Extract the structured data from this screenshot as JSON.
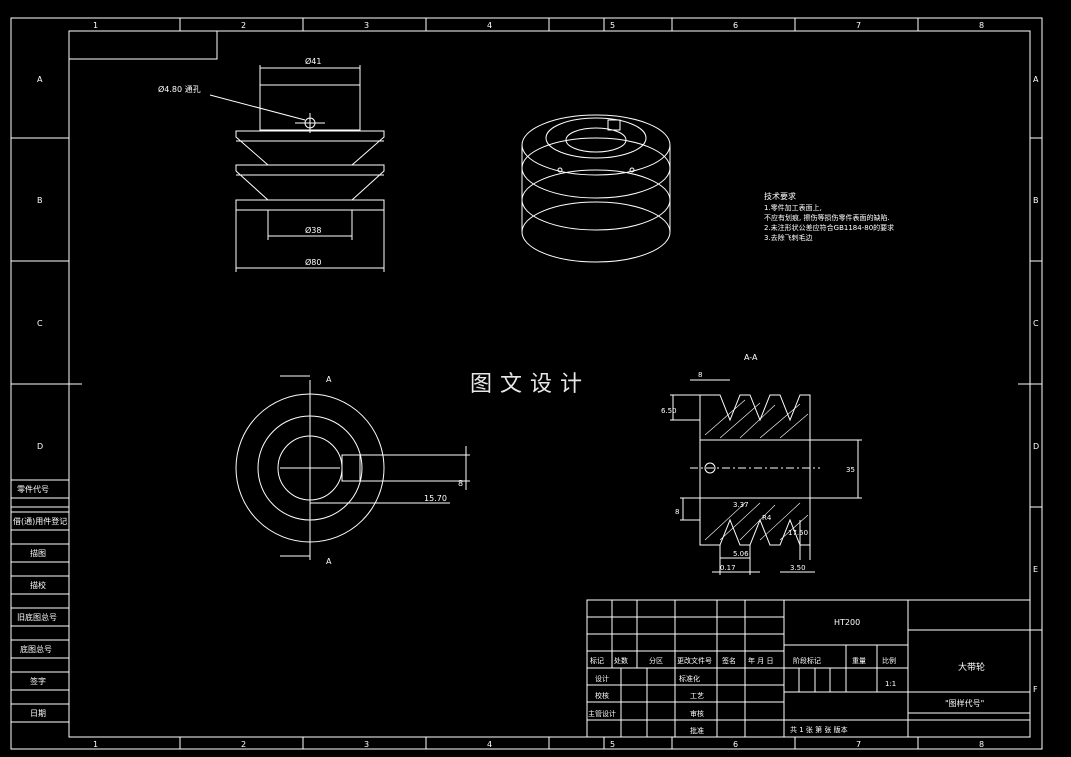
{
  "colors": {
    "background": "#000000",
    "line": "#ffffff"
  },
  "border": {
    "columns": [
      "1",
      "2",
      "3",
      "4",
      "5",
      "6",
      "7",
      "8"
    ],
    "rows": [
      "A",
      "B",
      "C",
      "D",
      "E",
      "F"
    ]
  },
  "front_view": {
    "dim_top": "Ø41",
    "dim_hole": "Ø4.80 通孔",
    "dim_mid": "Ø38",
    "dim_bottom": "Ø80"
  },
  "tech_req": {
    "title": "技术要求",
    "lines": [
      "1.零件加工表面上,",
      "不应有划痕, 擦伤等损伤零件表面的缺陷.",
      "2.未注形状公差应符合GB1184-80的要求",
      "3.去除飞刺毛边"
    ]
  },
  "watermark": "图文设计",
  "end_view": {
    "section_mark": "A",
    "dim_key": "8",
    "dim_len": "15.70"
  },
  "section_view": {
    "title": "A-A",
    "dims": [
      "8",
      "6.50",
      "35",
      "8",
      "3.37",
      "17.50",
      "5.06",
      "0.17",
      "3.50",
      "R4"
    ]
  },
  "left_table": [
    "零件代号",
    "借(通)用件登记",
    "描图",
    "描校",
    "旧底图总号",
    "底图总号",
    "签字",
    "日期"
  ],
  "title_block": {
    "material": "HT200",
    "part_name": "大带轮",
    "drawing_code": "\"图样代号\"",
    "scale": "1:1",
    "headers": [
      "标记",
      "处数",
      "分区",
      "更改文件号",
      "签名",
      "年 月 日"
    ],
    "stage_headers": [
      "阶段标记",
      "重量",
      "比例"
    ],
    "roles_left": [
      "设计",
      "校核",
      "主管设计"
    ],
    "roles_right": [
      "标准化",
      "工艺",
      "审核",
      "批准"
    ],
    "sheet_info": "共 1 张 第 张  版本"
  }
}
